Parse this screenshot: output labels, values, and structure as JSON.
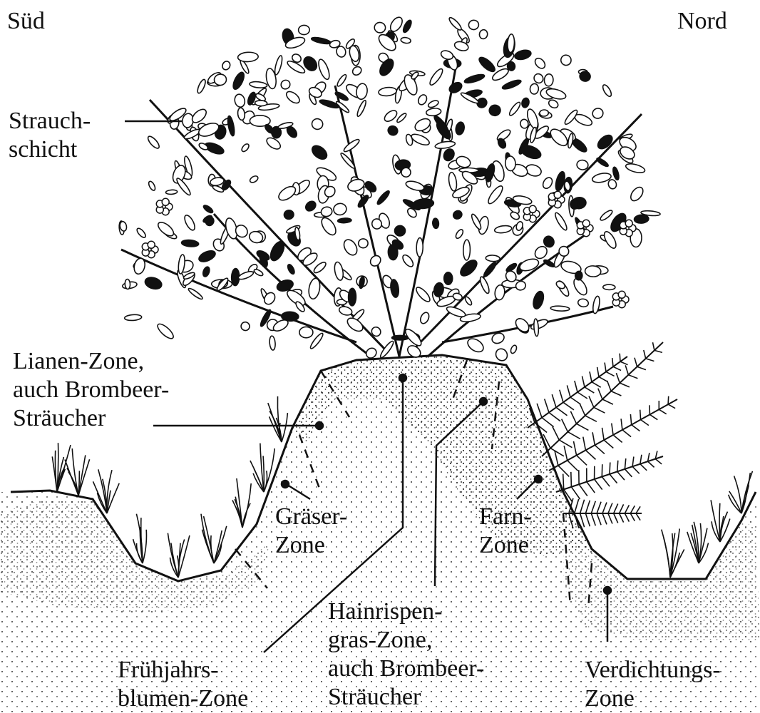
{
  "orientation": {
    "left": "Süd",
    "right": "Nord"
  },
  "labels": {
    "strauchschicht": [
      "Strauch-",
      "schicht"
    ],
    "lianen": [
      "Lianen-Zone,",
      "auch Brombeer-",
      "Sträucher"
    ],
    "graeser": [
      "Gräser-",
      "Zone"
    ],
    "farn": [
      "Farn-",
      "Zone"
    ],
    "hainrispen": [
      "Hainrispen-",
      "gras-Zone,",
      "auch Brombeer-",
      "Sträucher"
    ],
    "fruehjahr": [
      "Frühjahrs-",
      "blumen-Zone"
    ],
    "verdichtung": [
      "Verdichtungs-",
      "Zone"
    ]
  }
}
